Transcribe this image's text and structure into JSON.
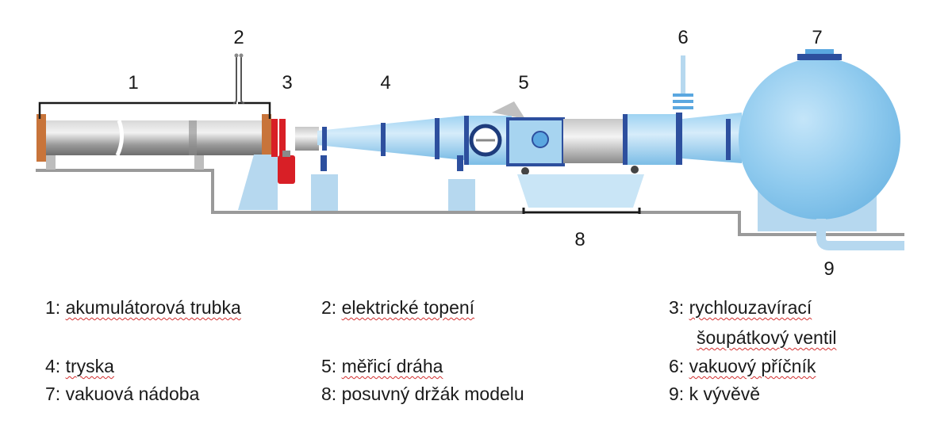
{
  "labels": {
    "n1": "1",
    "n2": "2",
    "n3": "3",
    "n4": "4",
    "n5": "5",
    "n6": "6",
    "n7": "7",
    "n8": "8",
    "n9": "9"
  },
  "legend": [
    {
      "prefix": "1: ",
      "text": "akumulátorová trubka",
      "spell": [
        "akumulátorová",
        "trubka"
      ]
    },
    {
      "prefix": "2: ",
      "text": "elektrické topení",
      "spell": [
        "elektrické",
        "topení"
      ]
    },
    {
      "prefix": "3: ",
      "text": "rychlouzavírací šoupátkový ventil",
      "line2": "šoupátkový ventil",
      "line1": "rychlouzavírací"
    },
    {
      "prefix": "4: ",
      "text": "tryska"
    },
    {
      "prefix": "5: ",
      "text": "měřicí dráha"
    },
    {
      "prefix": "6: ",
      "text": "vakuový příčník"
    },
    {
      "prefix": "7: ",
      "text": "vakuová nádoba"
    },
    {
      "prefix": "8: ",
      "text": "posuvný držák modelu"
    },
    {
      "prefix": "9: ",
      "text": "k vývěvě"
    }
  ],
  "colors": {
    "pipe": "#a9a9a9",
    "blue_light": "#b7dcf3",
    "blue_mid": "#7fc2ea",
    "blue_dark": "#2d4f9e",
    "valve_red": "#d81f26",
    "copper": "#c8743a"
  }
}
